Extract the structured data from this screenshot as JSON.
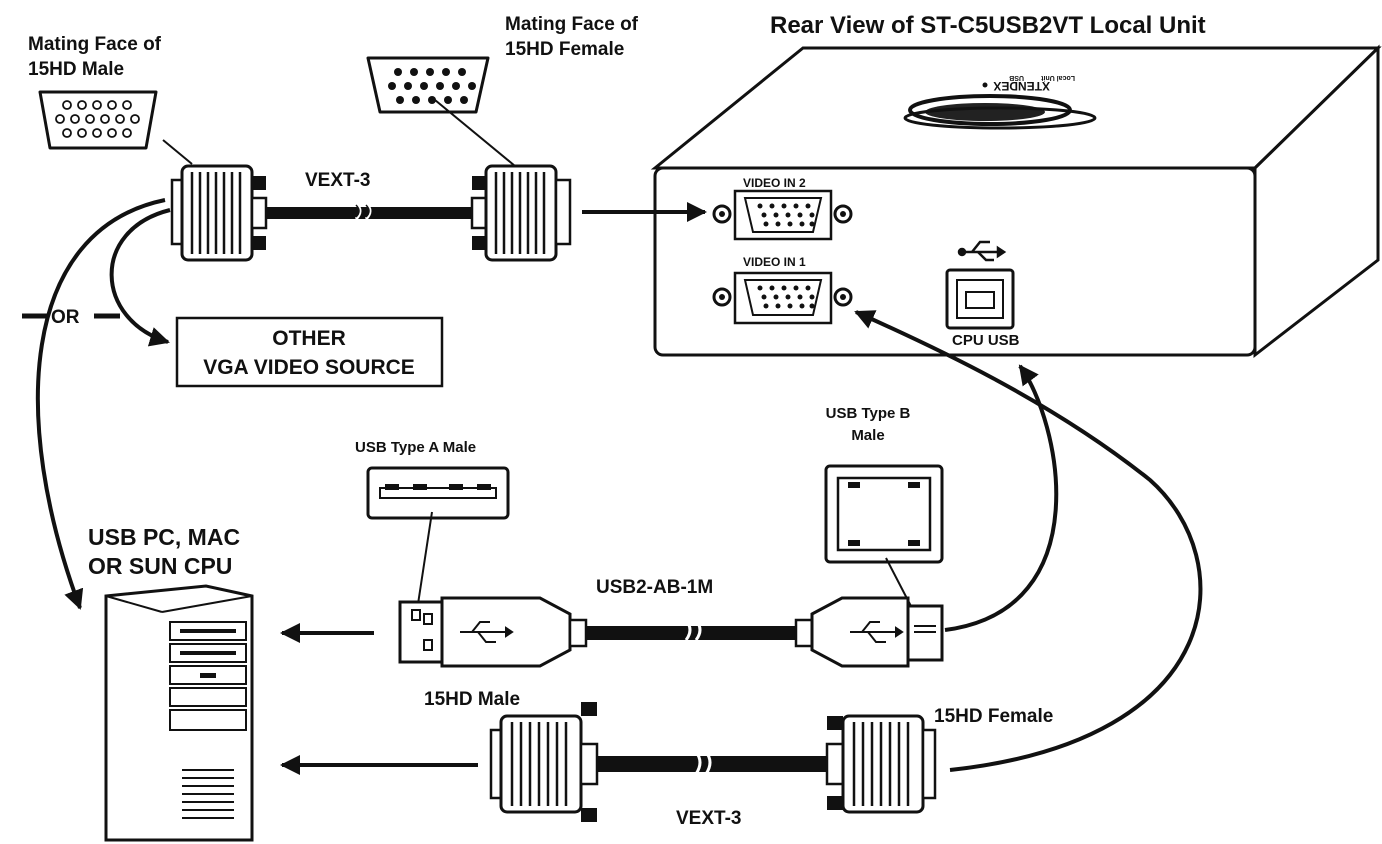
{
  "diagram": {
    "title": "Rear View of ST-C5USB2VT Local Unit",
    "labels": {
      "mating_male_1": "Mating Face of",
      "mating_male_2": "15HD Male",
      "mating_female_1": "Mating Face of",
      "mating_female_2": "15HD Female",
      "vext_top": "VEXT-3",
      "vext_bottom": "VEXT-3",
      "or": "OR",
      "other_source_1": "OTHER",
      "other_source_2": "VGA VIDEO SOURCE",
      "video_in_2": "VIDEO IN 2",
      "video_in_1": "VIDEO IN 1",
      "cpu_usb": "CPU USB",
      "usb_type_a": "USB Type A Male",
      "usb_type_b_1": "USB Type B",
      "usb_type_b_2": "Male",
      "usb_cable": "USB2-AB-1M",
      "cpu_1": "USB PC, MAC",
      "cpu_2": "OR SUN CPU",
      "hd_male": "15HD Male",
      "hd_female": "15HD Female",
      "brand": "XTENDEX",
      "brand_sub": "Local Unit",
      "brand_usb": "USB"
    }
  }
}
